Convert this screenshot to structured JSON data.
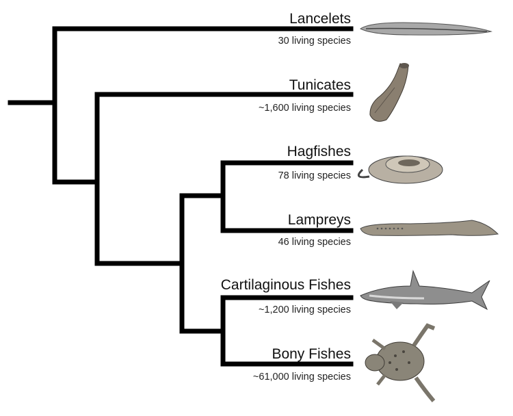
{
  "taxa": [
    {
      "name": "Lancelets",
      "count": "30 living species",
      "icon": "lancelet-icon"
    },
    {
      "name": "Tunicates",
      "count": "~1,600 living species",
      "icon": "tunicate-icon"
    },
    {
      "name": "Hagfishes",
      "count": "78 living species",
      "icon": "hagfish-icon"
    },
    {
      "name": "Lampreys",
      "count": "46 living species",
      "icon": "lamprey-icon"
    },
    {
      "name": "Cartilaginous Fishes",
      "count": "~1,200 living species",
      "icon": "shark-icon"
    },
    {
      "name": "Bony Fishes",
      "count": "~61,000 living species",
      "icon": "frog-icon"
    }
  ],
  "colors": {
    "branch": "#000000",
    "text": "#111111"
  }
}
